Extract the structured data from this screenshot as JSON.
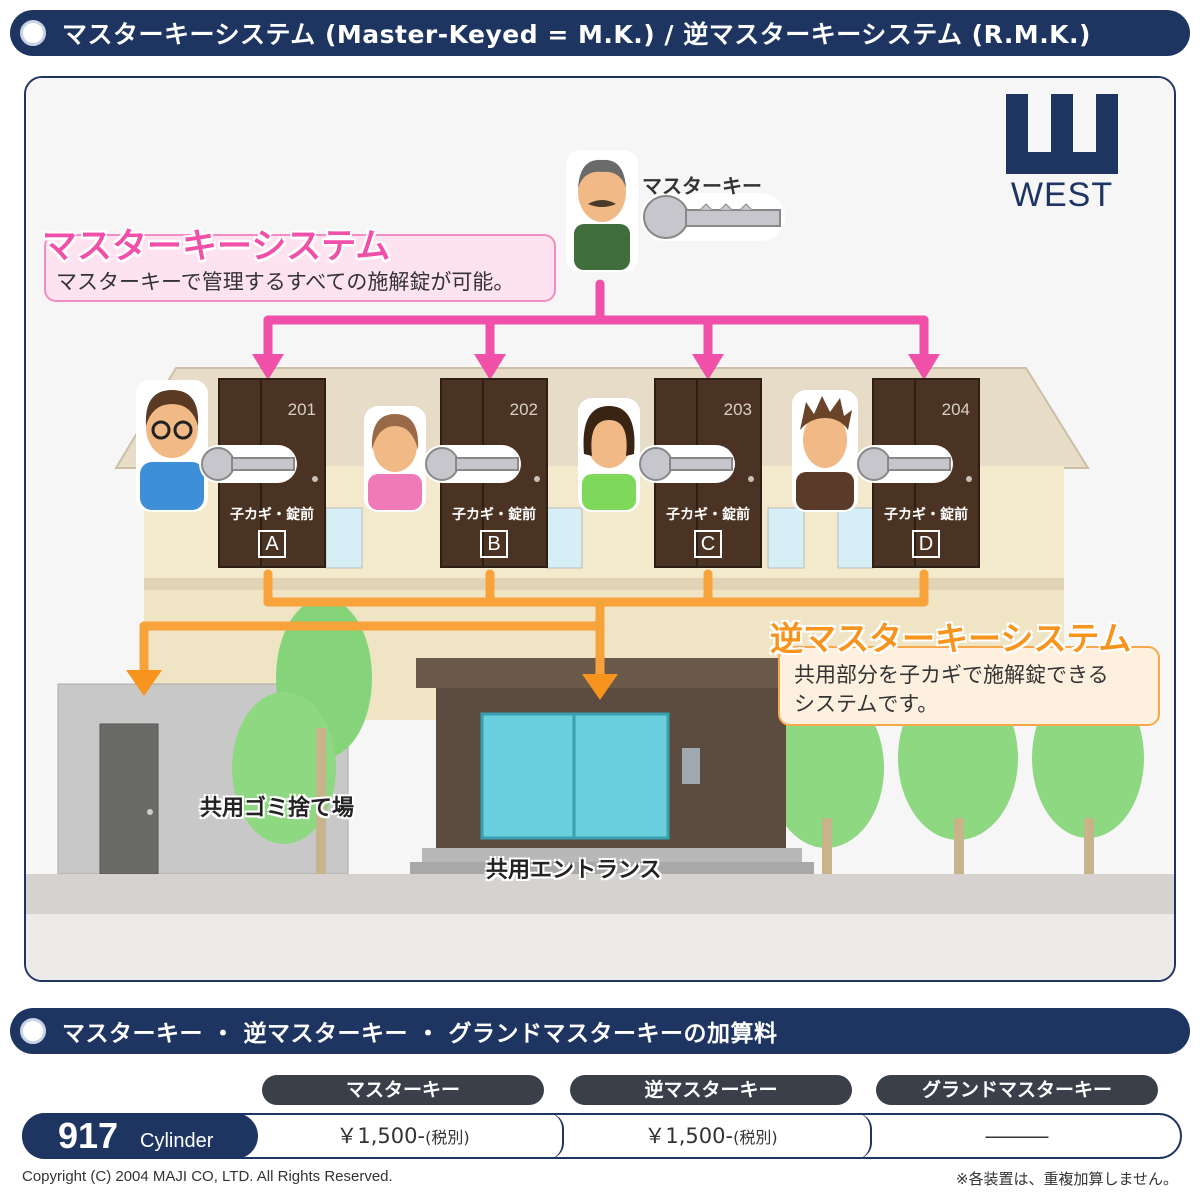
{
  "header": {
    "title": "マスターキーシステム (Master-Keyed = M.K.) / 逆マスターキーシステム (R.M.K.)"
  },
  "logo": {
    "text": "WEST"
  },
  "diagram": {
    "master_key_label": "マスターキー",
    "master_system": {
      "title": "マスターキーシステム",
      "description": "マスターキーで管理するすべての施解錠が可能。"
    },
    "reverse_system": {
      "title": "逆マスターキーシステム",
      "description_line1": "共用部分を子カギで施解錠できる",
      "description_line2": "システムです。"
    },
    "doors": [
      {
        "number": "201",
        "sub_label": "子カギ・錠前",
        "letter": "A"
      },
      {
        "number": "202",
        "sub_label": "子カギ・錠前",
        "letter": "B"
      },
      {
        "number": "203",
        "sub_label": "子カギ・錠前",
        "letter": "C"
      },
      {
        "number": "204",
        "sub_label": "子カギ・錠前",
        "letter": "D"
      }
    ],
    "common_garbage": "共用ゴミ捨て場",
    "common_entrance": "共用エントランス"
  },
  "colors": {
    "navy": "#1e3562",
    "pink": "#f050a8",
    "orange": "#f7941d",
    "door_brown": "#4a3322"
  },
  "pricing": {
    "title": "マスターキー ・ 逆マスターキー ・ グランドマスターキーの加算料",
    "headers": [
      "マスターキー",
      "逆マスターキー",
      "グランドマスターキー"
    ],
    "cylinder_number": "917",
    "cylinder_unit": "Cylinder",
    "master_price": "￥1,500-",
    "master_tax": "(税別)",
    "reverse_price": "￥1,500-",
    "reverse_tax": "(税別)",
    "grand_price": "―――"
  },
  "footer": {
    "copyright": "Copyright (C) 2004 MAJI CO, LTD. All Rights Reserved.",
    "note": "※各装置は、重複加算しません。"
  }
}
